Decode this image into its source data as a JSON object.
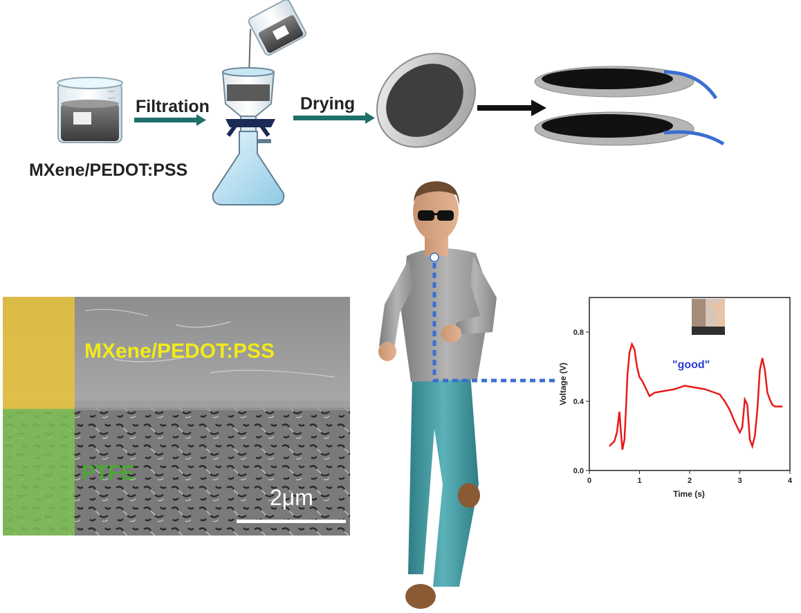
{
  "process": {
    "solution_label": "MXene/PEDOT:PSS",
    "step1_label": "Filtration",
    "step2_label": "Drying"
  },
  "sem": {
    "layer_top_label": "MXene/PEDOT:PSS",
    "layer_bottom_label": "PTFE",
    "scale_bar_label": "2μm",
    "layer_top_color": "#e8e21a",
    "layer_bottom_color": "#4aa832"
  },
  "colors": {
    "arrow": "#1f6f6a",
    "electrode_black": "#111111",
    "electrode_rim": "#b5b5b5",
    "wire": "#3a6fd0",
    "signal_line": "#e81818",
    "connector_dots": "#3a6fd0",
    "annotation_text": "#2a3cd0"
  },
  "chart_data": {
    "type": "line",
    "xlabel": "Time (s)",
    "ylabel": "Voltage (V)",
    "xlim": [
      0,
      4
    ],
    "ylim": [
      0,
      1.0
    ],
    "xticks": [
      "0",
      "1",
      "2",
      "3",
      "4"
    ],
    "yticks": [
      "0.0",
      "0.4",
      "0.8"
    ],
    "annotation": "\"good\"",
    "series": [
      {
        "x": [
          0.4,
          0.5,
          0.55,
          0.6,
          0.63,
          0.66,
          0.7,
          0.73,
          0.76,
          0.8,
          0.85,
          0.9,
          0.95,
          1.0,
          1.05,
          1.1,
          1.2,
          1.3,
          1.5,
          1.7,
          1.9,
          2.1,
          2.3,
          2.5,
          2.6,
          2.7,
          2.8,
          2.9,
          3.0,
          3.05,
          3.1,
          3.15,
          3.2,
          3.25,
          3.3,
          3.35,
          3.4,
          3.45,
          3.5,
          3.55,
          3.6,
          3.65,
          3.7,
          3.75,
          3.8,
          3.85
        ],
        "y": [
          0.14,
          0.17,
          0.22,
          0.34,
          0.22,
          0.12,
          0.18,
          0.35,
          0.55,
          0.68,
          0.73,
          0.7,
          0.6,
          0.54,
          0.52,
          0.49,
          0.43,
          0.45,
          0.46,
          0.47,
          0.49,
          0.48,
          0.47,
          0.45,
          0.44,
          0.4,
          0.35,
          0.28,
          0.22,
          0.25,
          0.41,
          0.38,
          0.18,
          0.14,
          0.2,
          0.35,
          0.58,
          0.65,
          0.58,
          0.45,
          0.41,
          0.38,
          0.37,
          0.37,
          0.37,
          0.37
        ]
      }
    ]
  }
}
